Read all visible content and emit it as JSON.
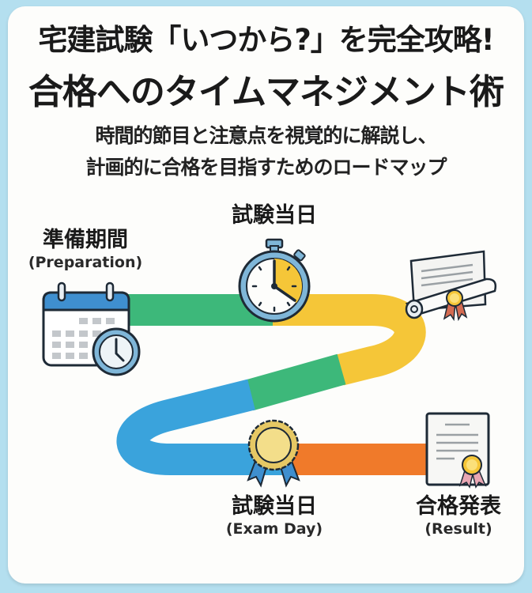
{
  "header": {
    "title_line1": "宅建試験「いつから?」を完全攻略!",
    "title_line2": "合格へのタイムマネジメント術",
    "subtitle_line1": "時間的節目と注意点を視覚的に解説し、",
    "subtitle_line2": "計画的に合格を目指すためのロードマップ"
  },
  "milestones": [
    {
      "jp": "準備期間",
      "en": "(Preparation)",
      "icon": "calendar-clock-icon"
    },
    {
      "jp": "試験当日",
      "en": "",
      "icon": "stopwatch-icon"
    },
    {
      "jp": "",
      "en": "",
      "icon": "diploma-scroll-icon"
    },
    {
      "jp": "試験当日",
      "en": "(Exam Day)",
      "icon": "medal-icon"
    },
    {
      "jp": "合格発表",
      "en": "(Result)",
      "icon": "certificate-icon"
    }
  ],
  "colors": {
    "background": "#b4dfef",
    "card": "#fdfdfb",
    "green": "#3db87a",
    "yellow": "#f5c638",
    "blue": "#3aa3dc",
    "orange": "#f07a2a",
    "icon_blue": "#3f8fcf"
  }
}
